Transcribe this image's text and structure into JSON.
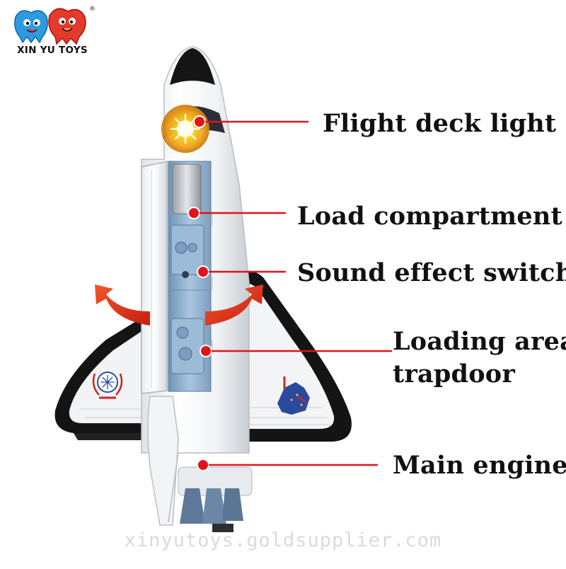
{
  "brand": {
    "name": "XIN YU TOYS",
    "registered_mark": "®"
  },
  "callouts": [
    {
      "id": "flight-deck-light",
      "lines": [
        "Flight deck light"
      ]
    },
    {
      "id": "load-compartment",
      "lines": [
        "Load compartment"
      ]
    },
    {
      "id": "sound-effect-switch",
      "lines": [
        "Sound effect switch"
      ]
    },
    {
      "id": "loading-area-trapdoor",
      "lines": [
        "Loading area",
        "trapdoor"
      ]
    },
    {
      "id": "main-engine",
      "lines": [
        "Main engine"
      ]
    }
  ],
  "watermark": "xinyutoys.goldsupplier.com",
  "colors": {
    "callout_line": "#e0141b",
    "callout_dot": "#e0141b",
    "arrow": "#e53a1e",
    "shuttle_black": "#161616",
    "shuttle_white": "#f4f5f6",
    "bay_blue": "#8fb3d3",
    "light_glow": "#ffcc22"
  },
  "icons": {
    "logo": "tooth-mascots-logo",
    "left_emblem": "laurel-globe-emblem",
    "right_emblem": "europe-map-flag-emblem"
  }
}
